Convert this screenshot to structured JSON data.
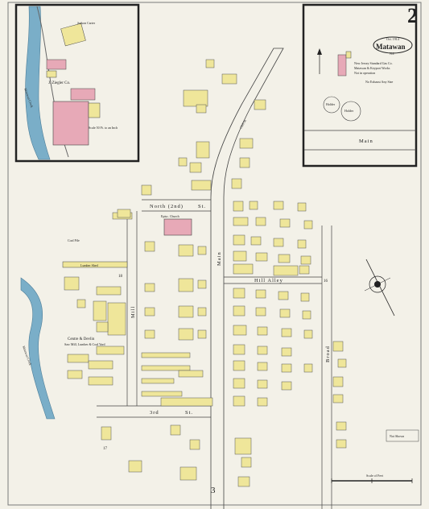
{
  "sheet_number": "2",
  "title": {
    "date": "Oct. 1914",
    "town": "Matawan",
    "state": "N.J."
  },
  "streets": {
    "main_top": "Main",
    "north": "North (2nd)",
    "st": "St.",
    "hill_alley": "Hill Alley",
    "main_v": "Main",
    "third": "3rd",
    "mill": "Mill",
    "broad": "Broad",
    "cliff": "Cliff St."
  },
  "water": {
    "creek_top": "Matawan Creek",
    "creek_bottom": "Matawan Creek"
  },
  "labels": {
    "judson": "Judson Carter",
    "ziegler": "J. Ziegler Co.",
    "scale_inset": "Scale 50 Ft. to an Inch",
    "gas": "New Jersey Standard Gas Co.",
    "gas_sub": "Matawan & Keyport Works",
    "gas_note": "Not in operation",
    "no_exhaust": "No Exhaust Any Size",
    "holder1": "Holder",
    "holder2": "Holder",
    "church": "Episc. Church",
    "coal": "Coal Pile",
    "lumber": "Lumber Shed",
    "centre": "Centre & Devlin",
    "centre_sub": "Saw Mill, Lumber & Coal Yard",
    "scale_feet": "Scale of Feet",
    "inset_note": "Not Shown",
    "bottom_page": "3",
    "left_page": "17",
    "grid18": "18",
    "grid16": "16"
  },
  "colors": {
    "paper": "#f3f1e8",
    "frame": "#5a5a5a",
    "brick": "#e7a9b7",
    "frame_bldg": "#efe69a",
    "water": "#7aaec8",
    "line": "#444"
  }
}
